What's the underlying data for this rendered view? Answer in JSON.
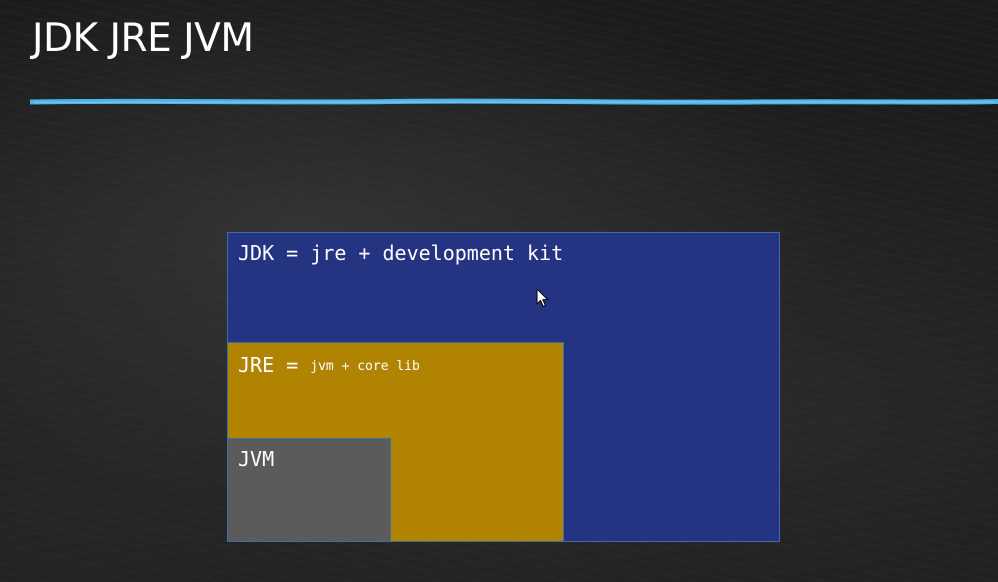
{
  "slide": {
    "title": "JDK JRE JVM",
    "underline_color": "#4fb3e8"
  },
  "diagram": {
    "jdk": {
      "label": "JDK = jre + development kit",
      "color": "#243382"
    },
    "jre": {
      "label_main": "JRE =",
      "label_detail": "jvm + core lib",
      "color": "#b08400"
    },
    "jvm": {
      "label": "JVM",
      "color": "#5b5b5b"
    }
  },
  "icons": {
    "cursor": "mouse-pointer-icon"
  }
}
